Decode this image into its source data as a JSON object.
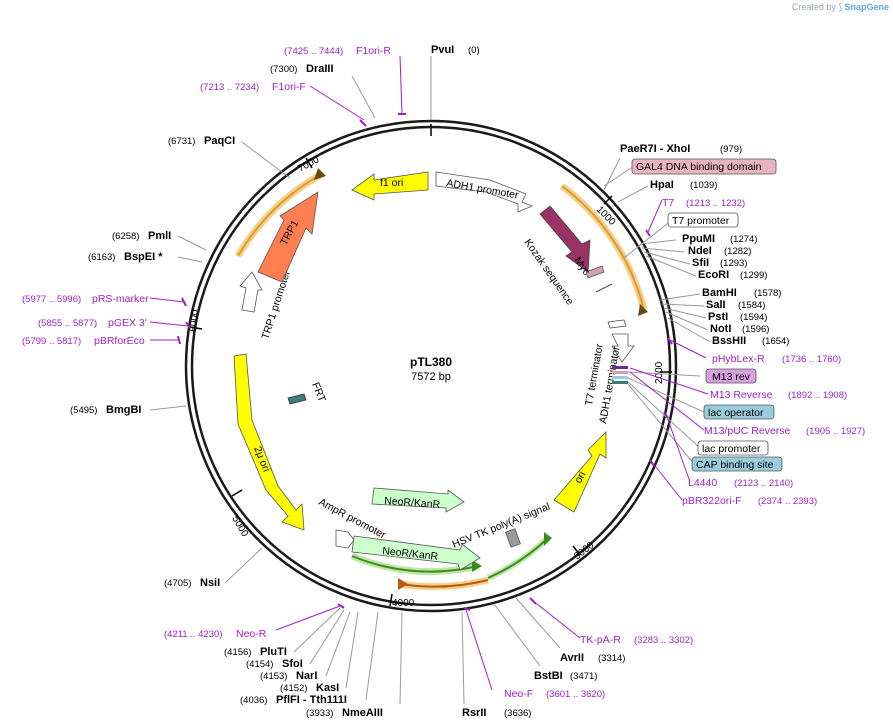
{
  "credit": {
    "prefix": "Created by",
    "brand": "SnapGene"
  },
  "plasmid": {
    "name": "pTL380",
    "length_label": "7572 bp"
  },
  "ticks": [
    "1000",
    "2000",
    "3000",
    "4000",
    "5000",
    "6000",
    "7000"
  ],
  "sites": {
    "pvui": {
      "name": "PvuI",
      "pos": "(0)"
    },
    "drai": {
      "name": "DraIII",
      "pos": "(7300)"
    },
    "paqci": {
      "name": "PaqCI",
      "pos": "(6731)"
    },
    "pmli": {
      "name": "PmlI",
      "pos": "(6258)"
    },
    "bspei": {
      "name": "BspEI *",
      "pos": "(6163)"
    },
    "bmgbi": {
      "name": "BmgBI",
      "pos": "(5495)"
    },
    "nsii": {
      "name": "NsiI",
      "pos": "(4705)"
    },
    "plutI": {
      "name": "PluTI",
      "pos": "(4156)"
    },
    "sfoi": {
      "name": "SfoI",
      "pos": "(4154)"
    },
    "nari": {
      "name": "NarI",
      "pos": "(4153)"
    },
    "kasi": {
      "name": "KasI",
      "pos": "(4152)"
    },
    "pflfi": {
      "name": "PflFI   - Tth111I",
      "pos": "(4036)"
    },
    "nmeaiii": {
      "name": "NmeAIII",
      "pos": "(3933)"
    },
    "rsrii": {
      "name": "RsrII",
      "pos": "(3636)"
    },
    "bstbi": {
      "name": "BstBI",
      "pos": "(3471)"
    },
    "avrii": {
      "name": "AvrII",
      "pos": "(3314)"
    },
    "paer7i": {
      "name": "PaeR7I   - XhoI",
      "pos": "(979)"
    },
    "hpai": {
      "name": "HpaI",
      "pos": "(1039)"
    },
    "ppumi": {
      "name": "PpuMI",
      "pos": "(1274)"
    },
    "ndei": {
      "name": "NdeI",
      "pos": "(1282)"
    },
    "sfii": {
      "name": "SfiI",
      "pos": "(1293)"
    },
    "ecori": {
      "name": "EcoRI",
      "pos": "(1299)"
    },
    "bamhi": {
      "name": "BamHI",
      "pos": "(1578)"
    },
    "sali": {
      "name": "SalI",
      "pos": "(1584)"
    },
    "psti": {
      "name": "PstI",
      "pos": "(1594)"
    },
    "noti": {
      "name": "NotI",
      "pos": "(1596)"
    },
    "bsshii": {
      "name": "BssHII",
      "pos": "(1654)"
    }
  },
  "primers": {
    "f1ori_r": {
      "name": "F1ori-R",
      "pos": "(7425 .. 7444)"
    },
    "f1ori_f": {
      "name": "F1ori-F",
      "pos": "(7213 .. 7234)"
    },
    "prs_marker": {
      "name": "pRS-marker",
      "pos": "(5977 .. 5996)"
    },
    "pgex3": {
      "name": "pGEX 3'",
      "pos": "(5855 .. 5877)"
    },
    "pbrforeco": {
      "name": "pBRforEco",
      "pos": "(5799 .. 5817)"
    },
    "neo_r": {
      "name": "Neo-R",
      "pos": "(4211 .. 4230)"
    },
    "neo_f": {
      "name": "Neo-F",
      "pos": "(3601 .. 3620)"
    },
    "tk_pa_r": {
      "name": "TK-pA-R",
      "pos": "(3283 .. 3302)"
    },
    "t7": {
      "name": "T7",
      "pos": "(1213 .. 1232)"
    },
    "phyblex_r": {
      "name": "pHybLex-R",
      "pos": "(1736 .. 1760)"
    },
    "m13_rev": {
      "name": "M13 rev"
    },
    "m13_reverse": {
      "name": "M13 Reverse",
      "pos": "(1892 .. 1908)"
    },
    "m13_puc_reverse": {
      "name": "M13/pUC Reverse",
      "pos": "(1905 .. 1927)"
    },
    "l4440": {
      "name": "L4440",
      "pos": "(2123 .. 2140)"
    },
    "pbr322ori_f": {
      "name": "pBR322ori-F",
      "pos": "(2374 .. 2393)"
    }
  },
  "boxed_features": {
    "gal4": "GAL4 DNA binding domain",
    "t7_promoter": "T7 promoter",
    "lac_operator": "lac operator",
    "lac_promoter": "lac promoter",
    "cap_site": "CAP binding site"
  },
  "features": {
    "f1_ori": "f1 ori",
    "adh1_promoter": "ADH1 promoter",
    "kozak": "Kozak sequence",
    "myc": "Myc",
    "t7_terminator": "T7 terminator",
    "adh1_terminator": "ADH1 terminator",
    "ori": "ori",
    "hsv_tk": "HSV TK poly(A) signal",
    "neokanr_inner": "NeoR/KanR",
    "neokanr_outer": "NeoR/KanR",
    "ampr_promoter": "AmpR promoter",
    "two_micron": "2μ ori",
    "frt": "FRT",
    "trp1_promoter": "TRP1 promoter",
    "trp1": "TRP1"
  },
  "colors": {
    "yellow": "#ffff00",
    "salmon": "#ff7f50",
    "green_light": "#ccffcc",
    "orange": "#e09a2c",
    "purple": "#a020c8",
    "maroon": "#993366",
    "pink": "#d8a0b8",
    "teal": "#99ccdd",
    "green_dark": "#3c8c1c",
    "backbone": "#1a1a1a"
  }
}
